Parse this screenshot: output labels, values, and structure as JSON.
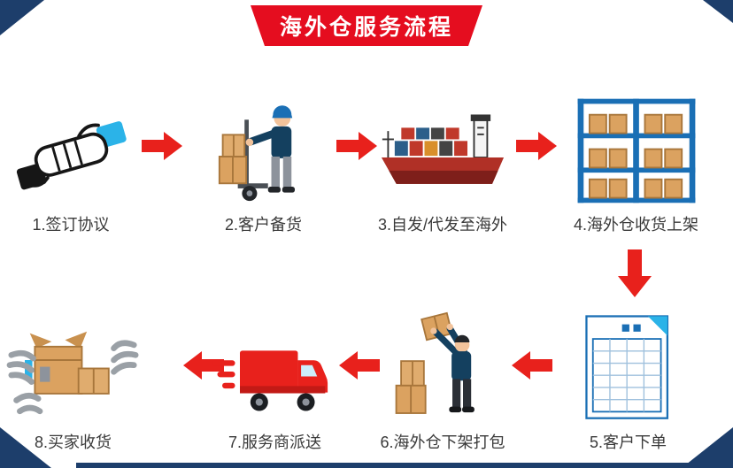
{
  "banner": {
    "title": "海外仓服务流程"
  },
  "steps": [
    {
      "label": "1.签订协议",
      "icon": "handshake-icon"
    },
    {
      "label": "2.客户备货",
      "icon": "stocking-cart-icon"
    },
    {
      "label": "3.自发/代发至海外",
      "icon": "cargo-ship-icon"
    },
    {
      "label": "4.海外仓收货上架",
      "icon": "warehouse-rack-icon"
    },
    {
      "label": "5.客户下单",
      "icon": "order-form-icon"
    },
    {
      "label": "6.海外仓下架打包",
      "icon": "unpack-shelf-icon"
    },
    {
      "label": "7.服务商派送",
      "icon": "delivery-truck-icon"
    },
    {
      "label": "8.买家收货",
      "icon": "receive-goods-icon"
    }
  ],
  "colors": {
    "banner_red": "#e50d1f",
    "arrow_red": "#e8211c",
    "corner_navy": "#1d3e6b",
    "frame_blue": "#1a6fb5",
    "cyan": "#2bb3e8",
    "box_tan": "#dba260",
    "label_text": "#3a3a3a"
  }
}
